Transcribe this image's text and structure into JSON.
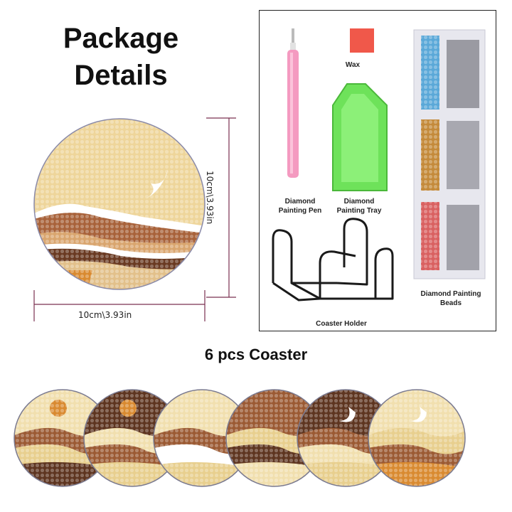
{
  "title_line1": "Package",
  "title_line2": "Details",
  "dimension_width": "10cm\\3.93in",
  "dimension_height": "10cm\\3.93in",
  "items": {
    "pen": "Diamond Painting Pen",
    "tray": "Diamond Painting Tray",
    "wax": "Wax",
    "beads": "Diamond Painting Beads",
    "holder": "Coaster Holder"
  },
  "subtitle": "6 pcs Coaster",
  "colors": {
    "sand": "#e8cf8e",
    "light_sand": "#f1dfae",
    "brown": "#9b5a33",
    "dark_brown": "#5e3520",
    "orange": "#d98a30",
    "white": "#ffffff",
    "pen_pink": "#f28fb5",
    "tray_green": "#6fe35a",
    "wax_red": "#f05a4a"
  },
  "icons": [
    "coaster-large",
    "ruler-horizontal",
    "ruler-vertical",
    "pen-icon",
    "wax-icon",
    "tray-icon",
    "beads-bag-icon",
    "holder-icon"
  ]
}
